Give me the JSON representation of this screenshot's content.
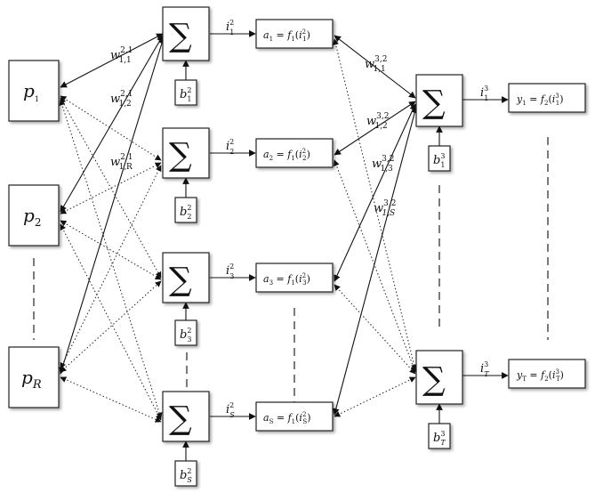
{
  "inputs": [
    {
      "base": "p",
      "sub": "1"
    },
    {
      "base": "p",
      "sub": "2"
    },
    {
      "base": "p",
      "sub": "R"
    }
  ],
  "layer2": {
    "sum_symbol": "∑",
    "biases": [
      {
        "base": "b",
        "sup": "2",
        "sub": "1"
      },
      {
        "base": "b",
        "sup": "2",
        "sub": "2"
      },
      {
        "base": "b",
        "sup": "2",
        "sub": "3"
      },
      {
        "base": "b",
        "sup": "2",
        "sub": "S"
      }
    ],
    "sum_outputs": [
      {
        "base": "i",
        "sup": "2",
        "sub": "1"
      },
      {
        "base": "i",
        "sup": "2",
        "sub": "2"
      },
      {
        "base": "i",
        "sup": "2",
        "sub": "3"
      },
      {
        "base": "i",
        "sup": "2",
        "sub": "S"
      }
    ],
    "activations": [
      {
        "lhs": "a",
        "lhs_sub": "1",
        "fn": "f",
        "fn_sub": "1",
        "arg": "i",
        "arg_sup": "2",
        "arg_sub": "1"
      },
      {
        "lhs": "a",
        "lhs_sub": "2",
        "fn": "f",
        "fn_sub": "1",
        "arg": "i",
        "arg_sup": "2",
        "arg_sub": "2"
      },
      {
        "lhs": "a",
        "lhs_sub": "3",
        "fn": "f",
        "fn_sub": "1",
        "arg": "i",
        "arg_sup": "2",
        "arg_sub": "3"
      },
      {
        "lhs": "a",
        "lhs_sub": "S",
        "fn": "f",
        "fn_sub": "1",
        "arg": "i",
        "arg_sup": "2",
        "arg_sub": "S"
      }
    ],
    "weights": [
      {
        "base": "w",
        "sup": "2,1",
        "sub": "1,1"
      },
      {
        "base": "w",
        "sup": "2,1",
        "sub": "1,2"
      },
      {
        "base": "w",
        "sup": "2,1",
        "sub": "1,R"
      }
    ]
  },
  "layer3": {
    "sum_symbol": "∑",
    "biases": [
      {
        "base": "b",
        "sup": "3",
        "sub": "1"
      },
      {
        "base": "b",
        "sup": "3",
        "sub": "T"
      }
    ],
    "sum_outputs": [
      {
        "base": "i",
        "sup": "3",
        "sub": "1"
      },
      {
        "base": "i",
        "sup": "3",
        "sub": "T"
      }
    ],
    "outputs": [
      {
        "lhs": "y",
        "lhs_sub": "1",
        "fn": "f",
        "fn_sub": "2",
        "arg": "i",
        "arg_sup": "3",
        "arg_sub": "1"
      },
      {
        "lhs": "y",
        "lhs_sub": "T",
        "fn": "f",
        "fn_sub": "2",
        "arg": "i",
        "arg_sup": "3",
        "arg_sub": "T"
      }
    ],
    "weights": [
      {
        "base": "w",
        "sup": "3,2",
        "sub": "1,1"
      },
      {
        "base": "w",
        "sup": "3,2",
        "sub": "1,2"
      },
      {
        "base": "w",
        "sup": "3,2",
        "sub": "1,3"
      },
      {
        "base": "w",
        "sup": "3,2",
        "sub": "1,S"
      }
    ]
  }
}
